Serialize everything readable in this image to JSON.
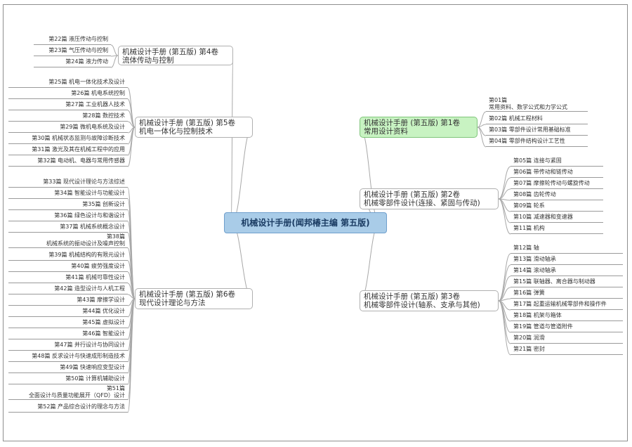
{
  "central": {
    "label": "机械设计手册(闻邦椿主编 第五版)"
  },
  "volumes": [
    {
      "id": "v1",
      "side": "right",
      "line1": "机械设计手册 (第五版) 第1卷",
      "line2": "常用设计资料",
      "highlight": true,
      "items": [
        [
          "第01篇",
          "常用资料、数学公式和力学公式"
        ],
        [
          "第02篇 机械工程材料"
        ],
        [
          "第03篇 零部件设计常用基础标准"
        ],
        [
          "第04篇 零部件结构设计工艺性"
        ]
      ]
    },
    {
      "id": "v2",
      "side": "right",
      "line1": "机械设计手册 (第五版) 第2卷",
      "line2": "机械零部件设计(连接、紧固与传动)",
      "highlight": false,
      "items": [
        [
          "第05篇 连接与紧固"
        ],
        [
          "第06篇 带传动和链传动"
        ],
        [
          "第07篇 摩擦轮传动与螺旋传动"
        ],
        [
          "第08篇 齿轮传动"
        ],
        [
          "第09篇 轮系"
        ],
        [
          "第10篇 减速器和变速器"
        ],
        [
          "第11篇 机构"
        ]
      ]
    },
    {
      "id": "v3",
      "side": "right",
      "line1": "机械设计手册 (第五版) 第3卷",
      "line2": "机械零部件设计(轴系、支承与其他)",
      "highlight": false,
      "items": [
        [
          "第12篇 轴"
        ],
        [
          "第13篇 滑动轴承"
        ],
        [
          "第14篇 滚动轴承"
        ],
        [
          "第15篇 联轴器、离合器与制动器"
        ],
        [
          "第16篇 弹簧"
        ],
        [
          "第17篇 起重运输机械零部件和操作件"
        ],
        [
          "第18篇 机架与箱体"
        ],
        [
          "第19篇 管道与管道附件"
        ],
        [
          "第20篇 润滑"
        ],
        [
          "第21篇 密封"
        ]
      ]
    },
    {
      "id": "v4",
      "side": "left",
      "line1": "机械设计手册 (第五版) 第4卷",
      "line2": "流体传动与控制",
      "highlight": false,
      "items": [
        [
          "第22篇 液压传动与控制"
        ],
        [
          "第23篇 气压传动与控制"
        ],
        [
          "第24篇 液力传动"
        ]
      ]
    },
    {
      "id": "v5",
      "side": "left",
      "line1": "机械设计手册 (第五版) 第5卷",
      "line2": "机电一体化与控制技术",
      "highlight": false,
      "items": [
        [
          "第25篇 机电一体化技术及设计"
        ],
        [
          "第26篇 机电系统控制"
        ],
        [
          "第27篇 工业机器人技术"
        ],
        [
          "第28篇 数控技术"
        ],
        [
          "第29篇 微机电系统及设计"
        ],
        [
          "第30篇 机械状态监测与故障诊断技术"
        ],
        [
          "第31篇 激光及其在机械工程中的应用"
        ],
        [
          "第32篇 电动机、电器与常用传感器"
        ]
      ]
    },
    {
      "id": "v6",
      "side": "left",
      "line1": "机械设计手册 (第五版) 第6卷",
      "line2": "现代设计理论与方法",
      "highlight": false,
      "items": [
        [
          "第33篇 现代设计理论与方法综述"
        ],
        [
          "第34篇 智能设计与功能设计"
        ],
        [
          "第35篇 创新设计"
        ],
        [
          "第36篇 绿色设计与和谐设计"
        ],
        [
          "第37篇 机械系统概念设计"
        ],
        [
          "第38篇",
          "机械系统的振动设计及噪声控制"
        ],
        [
          "第39篇 机械结构的有限元设计"
        ],
        [
          "第40篇 疲劳强度设计"
        ],
        [
          "第41篇 机械可靠性设计"
        ],
        [
          "第42篇 造型设计与人机工程"
        ],
        [
          "第43篇 摩擦学设计"
        ],
        [
          "第44篇 优化设计"
        ],
        [
          "第45篇 虚拟设计"
        ],
        [
          "第46篇 智能设计"
        ],
        [
          "第47篇 并行设计与协同设计"
        ],
        [
          "第48篇 反求设计与快速成形制造技术"
        ],
        [
          "第49篇 快速响应变型设计"
        ],
        [
          "第50篇 计算机辅助设计"
        ],
        [
          "第51篇",
          "全面设计与质量功能展开（QFD）设计"
        ],
        [
          "第52篇 产品综合设计的理念与方法"
        ]
      ]
    }
  ]
}
